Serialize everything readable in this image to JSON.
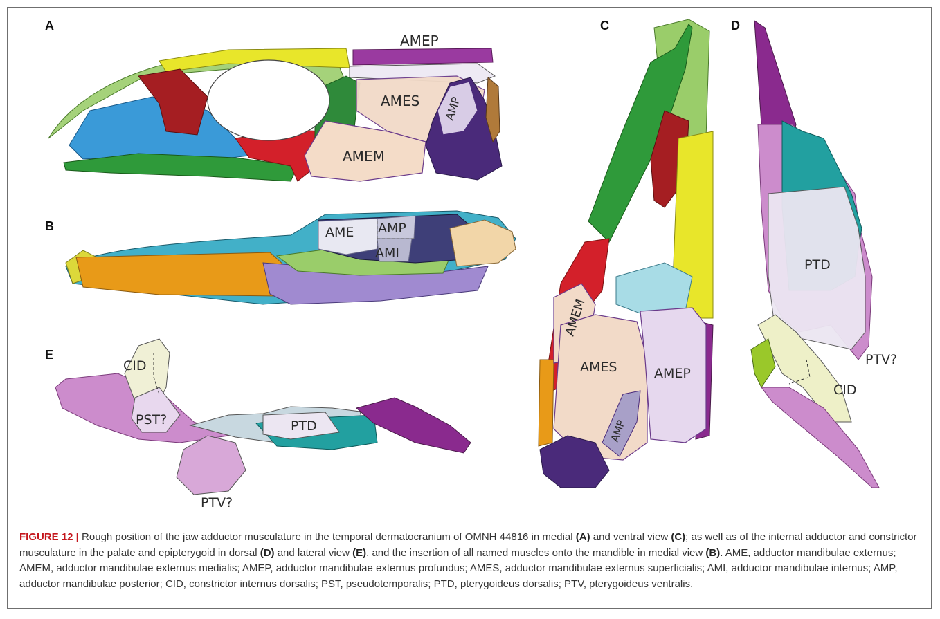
{
  "panels": {
    "A": {
      "letter": "A",
      "labels": {
        "amep": "AMEP",
        "ames": "AMES",
        "amp": "AMP",
        "amem": "AMEM"
      }
    },
    "B": {
      "letter": "B",
      "labels": {
        "ame": "AME",
        "amp": "AMP",
        "ami": "AMI"
      }
    },
    "C": {
      "letter": "C",
      "labels": {
        "amem": "AMEM",
        "ames": "AMES",
        "amep": "AMEP",
        "amp": "AMP"
      }
    },
    "D": {
      "letter": "D",
      "labels": {
        "ptd": "PTD",
        "ptv": "PTV?",
        "cid": "CID"
      }
    },
    "E": {
      "letter": "E",
      "labels": {
        "cid": "CID",
        "pst": "PST?",
        "ptd": "PTD",
        "ptv": "PTV?"
      }
    }
  },
  "caption": {
    "figure_label": "FIGURE 12 |",
    "p1": " Rough position of the jaw adductor musculature in the temporal dermatocranium of OMNH 44816 in medial ",
    "r1": "(A)",
    "p2": " and ventral view ",
    "r2": "(C)",
    "p3": "; as well as of the internal adductor and constrictor musculature in the palate and epipterygoid in dorsal ",
    "r3": "(D)",
    "p4": " and lateral view ",
    "r4": "(E)",
    "p5": ", and the insertion of all named muscles onto the mandible in medial view ",
    "r5": "(B)",
    "p6": ". AME, adductor mandibulae externus; AMEM, adductor mandibulae externus medialis; AMEP, adductor mandibulae externus profundus; AMES, adductor mandibulae externus superficialis; AMI, adductor mandibulae internus; AMP, adductor mandibulae posterior; CID, constrictor internus dorsalis; PST, pseudotemporalis; PTD, pterygoideus dorsalis; PTV, pterygoideus ventralis."
  },
  "colors": {
    "green": "#2f9a3a",
    "light_green": "#9acd6a",
    "yellow": "#e8e62a",
    "red": "#d3202a",
    "blue": "#3a9ad8",
    "purple": "#8a2a8e",
    "dark_purple": "#4a2a7a",
    "orange": "#e89a18",
    "teal": "#22a0a0",
    "lilac": "#c88ac8",
    "beige": "#f2d6b8",
    "navy": "#3e3f78"
  }
}
